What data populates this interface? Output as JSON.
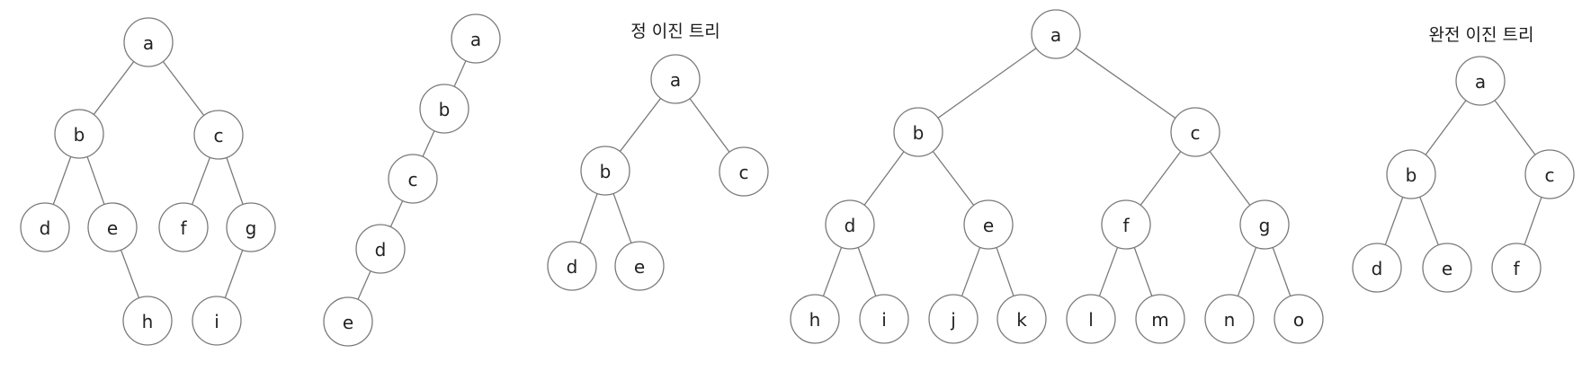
{
  "trees": [
    {
      "id": "tree-1",
      "title": "",
      "nodes": [
        "a",
        "b",
        "c",
        "d",
        "e",
        "f",
        "g",
        "h",
        "i"
      ],
      "edges": [
        [
          "a",
          "b"
        ],
        [
          "a",
          "c"
        ],
        [
          "b",
          "d"
        ],
        [
          "b",
          "e"
        ],
        [
          "c",
          "f"
        ],
        [
          "c",
          "g"
        ],
        [
          "e",
          "h"
        ],
        [
          "g",
          "i"
        ]
      ]
    },
    {
      "id": "tree-2",
      "title": "",
      "nodes": [
        "a",
        "b",
        "c",
        "d",
        "e"
      ],
      "edges": [
        [
          "a",
          "b"
        ],
        [
          "b",
          "c"
        ],
        [
          "c",
          "d"
        ],
        [
          "d",
          "e"
        ]
      ]
    },
    {
      "id": "tree-3",
      "title": "정 이진 트리",
      "nodes": [
        "a",
        "b",
        "c",
        "d",
        "e"
      ],
      "edges": [
        [
          "a",
          "b"
        ],
        [
          "a",
          "c"
        ],
        [
          "b",
          "d"
        ],
        [
          "b",
          "e"
        ]
      ]
    },
    {
      "id": "tree-4",
      "title": "",
      "nodes": [
        "a",
        "b",
        "c",
        "d",
        "e",
        "f",
        "g",
        "h",
        "i",
        "j",
        "k",
        "l",
        "m",
        "n",
        "o"
      ],
      "edges": [
        [
          "a",
          "b"
        ],
        [
          "a",
          "c"
        ],
        [
          "b",
          "d"
        ],
        [
          "b",
          "e"
        ],
        [
          "c",
          "f"
        ],
        [
          "c",
          "g"
        ],
        [
          "d",
          "h"
        ],
        [
          "d",
          "i"
        ],
        [
          "e",
          "j"
        ],
        [
          "e",
          "k"
        ],
        [
          "f",
          "l"
        ],
        [
          "f",
          "m"
        ],
        [
          "g",
          "n"
        ],
        [
          "g",
          "o"
        ]
      ]
    },
    {
      "id": "tree-5",
      "title": "완전 이진 트리",
      "nodes": [
        "a",
        "b",
        "c",
        "d",
        "e",
        "f"
      ],
      "edges": [
        [
          "a",
          "b"
        ],
        [
          "a",
          "c"
        ],
        [
          "b",
          "d"
        ],
        [
          "b",
          "e"
        ],
        [
          "c",
          "f"
        ]
      ]
    }
  ],
  "colors": {
    "stroke": "#7a7a7a",
    "fill": "#ffffff",
    "text": "#222222"
  }
}
